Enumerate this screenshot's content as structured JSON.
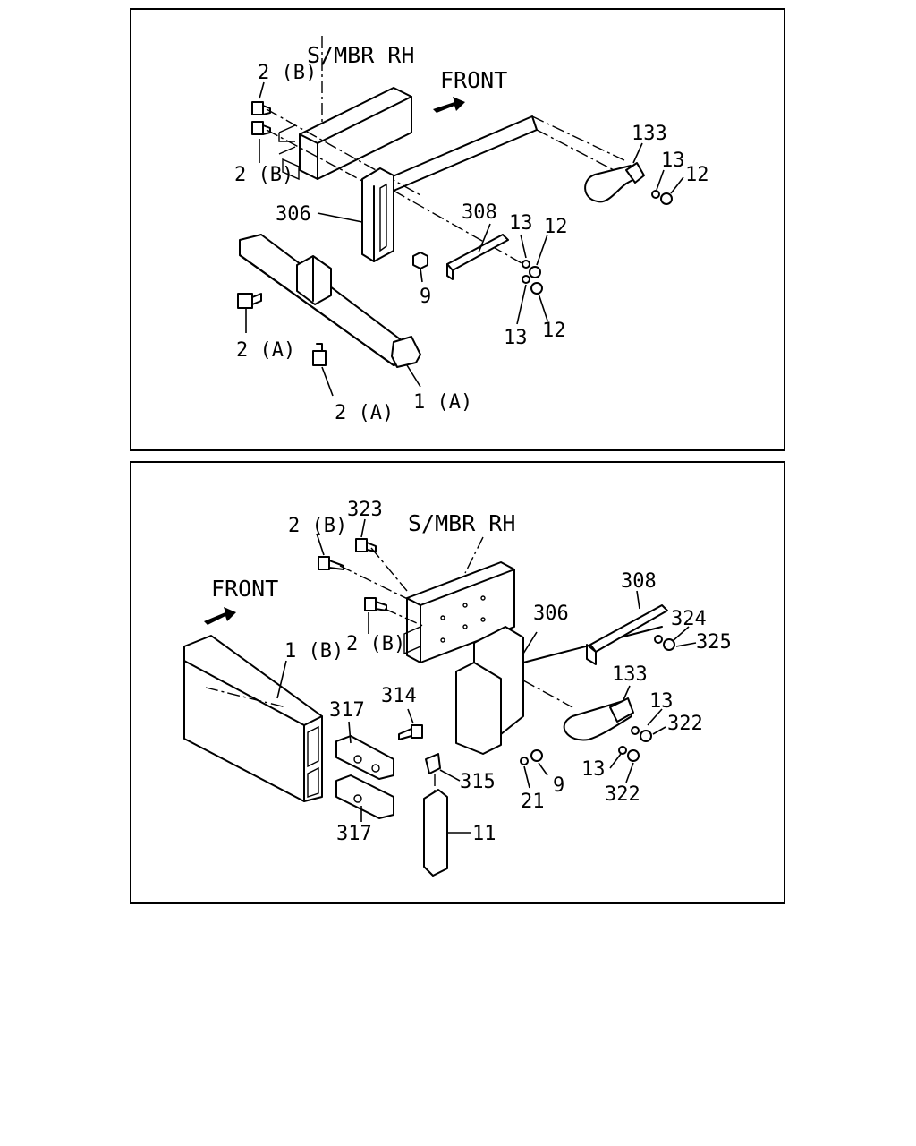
{
  "panels": [
    {
      "id": "top",
      "member_label": "S/MBR RH",
      "front_label": "FRONT",
      "callouts": [
        "2 (B)",
        "2 (B)",
        "306",
        "2 (A)",
        "2 (A)",
        "1 (A)",
        "9",
        "308",
        "13",
        "12",
        "13",
        "12",
        "133",
        "13",
        "12"
      ]
    },
    {
      "id": "bottom",
      "member_label": "S/MBR RH",
      "front_label": "FRONT",
      "callouts": [
        "2 (B)",
        "323",
        "2 (B)",
        "1 (B)",
        "317",
        "314",
        "317",
        "315",
        "11",
        "306",
        "21",
        "9",
        "308",
        "324",
        "325",
        "133",
        "13",
        "322",
        "13",
        "322"
      ]
    }
  ]
}
